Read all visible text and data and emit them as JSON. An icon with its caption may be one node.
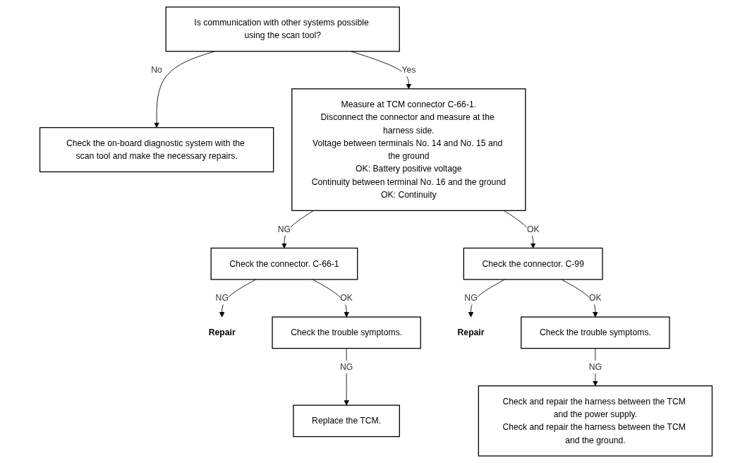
{
  "diagram": {
    "nodes": [
      {
        "text": [
          "Is communication with other systems possible using the scan tool?"
        ]
      },
      {
        "text": [
          "Check the on-board diagnostic system with the scan tool and make the necessary repairs."
        ]
      },
      {
        "text": [
          "Measure at TCM connector C-66-1.",
          "Disconnect the connector and measure at the harness side.",
          "Voltage between terminals No. 14 and No. 15 and the ground",
          "OK: Battery positive voltage",
          "Continuity between terminal No. 16 and the ground",
          "OK: Continuity"
        ]
      },
      {
        "text": [
          "Check the connector. C-66-1"
        ]
      },
      {
        "text": [
          "Repair"
        ]
      },
      {
        "text": [
          "Check the trouble symptoms."
        ]
      },
      {
        "text": [
          "Replace the TCM."
        ]
      },
      {
        "text": [
          "Check the connector. C-99"
        ]
      },
      {
        "text": [
          "Repair"
        ]
      },
      {
        "text": [
          "Check the trouble symptoms."
        ]
      },
      {
        "text": [
          "Check and repair the harness between the TCM and the power supply.",
          "Check and repair the harness between the TCM and the ground."
        ]
      }
    ],
    "edges": [
      {
        "from": 0,
        "to": 1,
        "arrow": "to",
        "label": "No"
      },
      {
        "from": 0,
        "to": 2,
        "arrow": "to",
        "label": "Yes"
      },
      {
        "from": 2,
        "to": 3,
        "arrow": "to",
        "label": "NG"
      },
      {
        "from": 3,
        "to": 4,
        "arrow": "to",
        "label": "NG"
      },
      {
        "from": 3,
        "to": 5,
        "arrow": "to",
        "label": "OK"
      },
      {
        "from": 5,
        "to": 6,
        "arrow": "to",
        "label": "NG"
      },
      {
        "from": 2,
        "to": 7,
        "arrow": "to",
        "label": "OK"
      },
      {
        "from": 7,
        "to": 8,
        "arrow": "to",
        "label": "NG"
      },
      {
        "from": 7,
        "to": 9,
        "arrow": "to",
        "label": "OK"
      },
      {
        "from": 9,
        "to": 10,
        "arrow": "to",
        "label": "NG"
      }
    ]
  }
}
